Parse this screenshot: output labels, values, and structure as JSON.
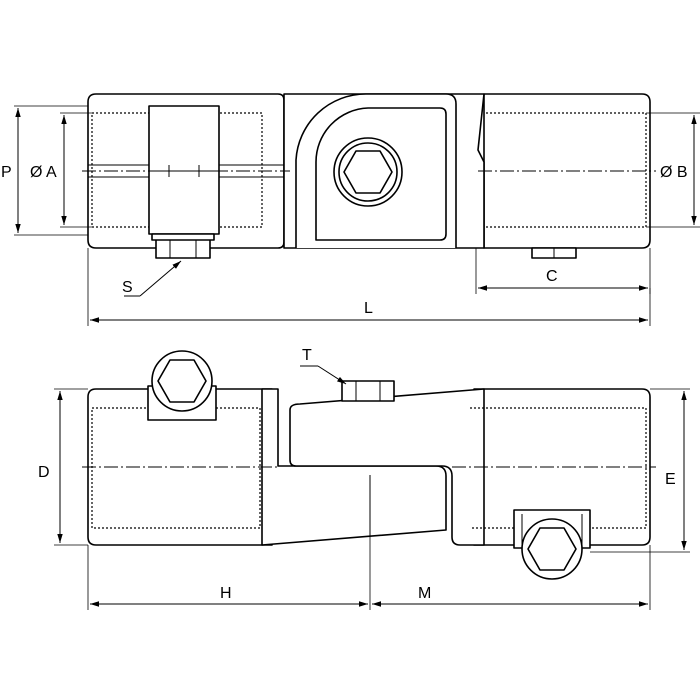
{
  "labels": {
    "P": "P",
    "A": "Ø A",
    "B": "Ø B",
    "S": "S",
    "C": "C",
    "L": "L",
    "T": "T",
    "D": "D",
    "E": "E",
    "H": "H",
    "M": "M"
  }
}
